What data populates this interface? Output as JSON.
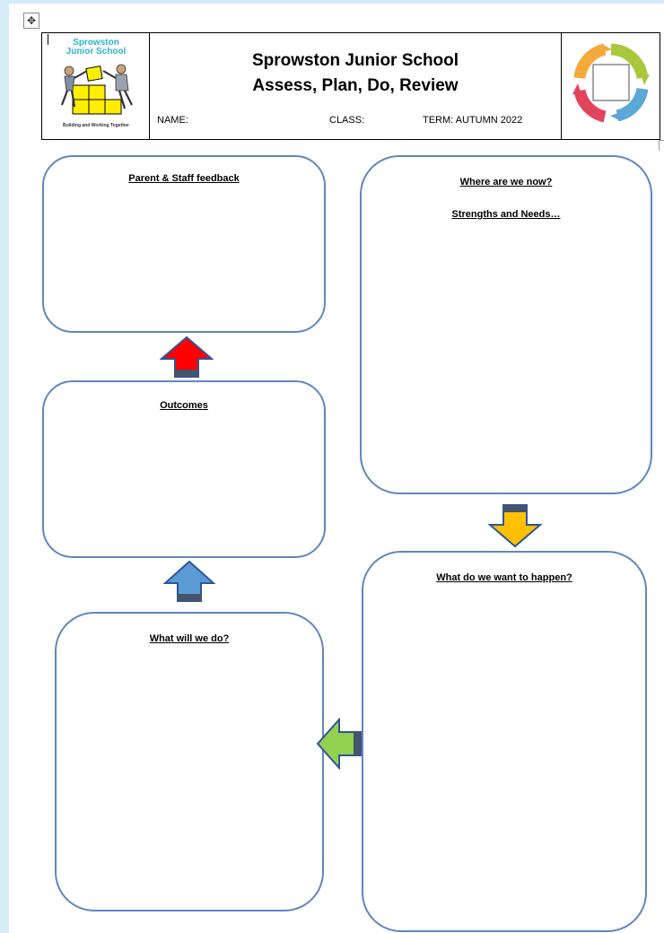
{
  "header": {
    "school_logo_text_line1": "Sprowston",
    "school_logo_text_line2": "Junior School",
    "logo_motto": "Building and Working Together",
    "title_line1": "Sprowston Junior School",
    "title_line2": "Assess, Plan, Do, Review",
    "name_label": "NAME:",
    "class_label": "CLASS:",
    "term_label": "TERM:  AUTUMN 2022"
  },
  "boxes": {
    "parent_staff_feedback": "Parent & Staff feedback",
    "where_now_line1": "Where are we now?",
    "where_now_line2": "Strengths and Needs…",
    "outcomes": "Outcomes",
    "what_want": "What do we want to happen?",
    "what_do": "What will we do?"
  },
  "arrows": {
    "to_feedback_color": "#ff0000",
    "to_outcomes_color": "#5b9bd5",
    "to_want_color": "#ffc000",
    "to_do_color": "#92d050",
    "base_color": "#44546a",
    "outline_color": "#2f5597"
  },
  "colors": {
    "box_border": "#5f86c1",
    "logo_text": "#2bb3c9",
    "logo_blocks": "#ffee00"
  }
}
